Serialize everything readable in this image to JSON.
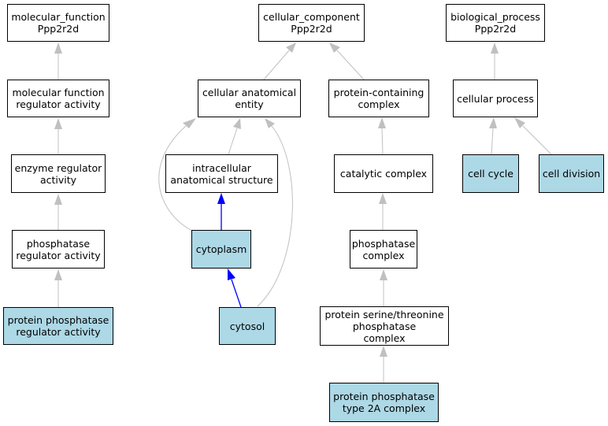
{
  "colors": {
    "default_edge": "#c0c0c0",
    "highlight_edge": "#0000ff",
    "node_fill": "#ffffff",
    "highlight_fill": "#add8e6",
    "border": "#000000"
  },
  "nodes": {
    "mf_root": {
      "label": "molecular_function\nPpp2r2d",
      "highlight": false
    },
    "mf_reg": {
      "label": "molecular function\nregulator activity",
      "highlight": false
    },
    "enz_reg": {
      "label": "enzyme regulator\nactivity",
      "highlight": false
    },
    "phos_reg": {
      "label": "phosphatase\nregulator activity",
      "highlight": false
    },
    "pp_reg": {
      "label": "protein phosphatase\nregulator activity",
      "highlight": true
    },
    "cc_root": {
      "label": "cellular_component\nPpp2r2d",
      "highlight": false
    },
    "cae": {
      "label": "cellular anatomical\nentity",
      "highlight": false
    },
    "ias": {
      "label": "intracellular\nanatomical structure",
      "highlight": false
    },
    "cytoplasm": {
      "label": "cytoplasm",
      "highlight": true
    },
    "cytosol": {
      "label": "cytosol",
      "highlight": true
    },
    "pcc": {
      "label": "protein-containing\ncomplex",
      "highlight": false
    },
    "catc": {
      "label": "catalytic complex",
      "highlight": false
    },
    "phosc": {
      "label": "phosphatase\ncomplex",
      "highlight": false
    },
    "pstpc": {
      "label": "protein serine/threonine\nphosphatase\ncomplex",
      "highlight": false
    },
    "pp2a": {
      "label": "protein phosphatase\ntype 2A complex",
      "highlight": true
    },
    "bp_root": {
      "label": "biological_process\nPpp2r2d",
      "highlight": false
    },
    "cp": {
      "label": "cellular process",
      "highlight": false
    },
    "cellcycle": {
      "label": "cell cycle",
      "highlight": true
    },
    "celldiv": {
      "label": "cell division",
      "highlight": true
    }
  }
}
